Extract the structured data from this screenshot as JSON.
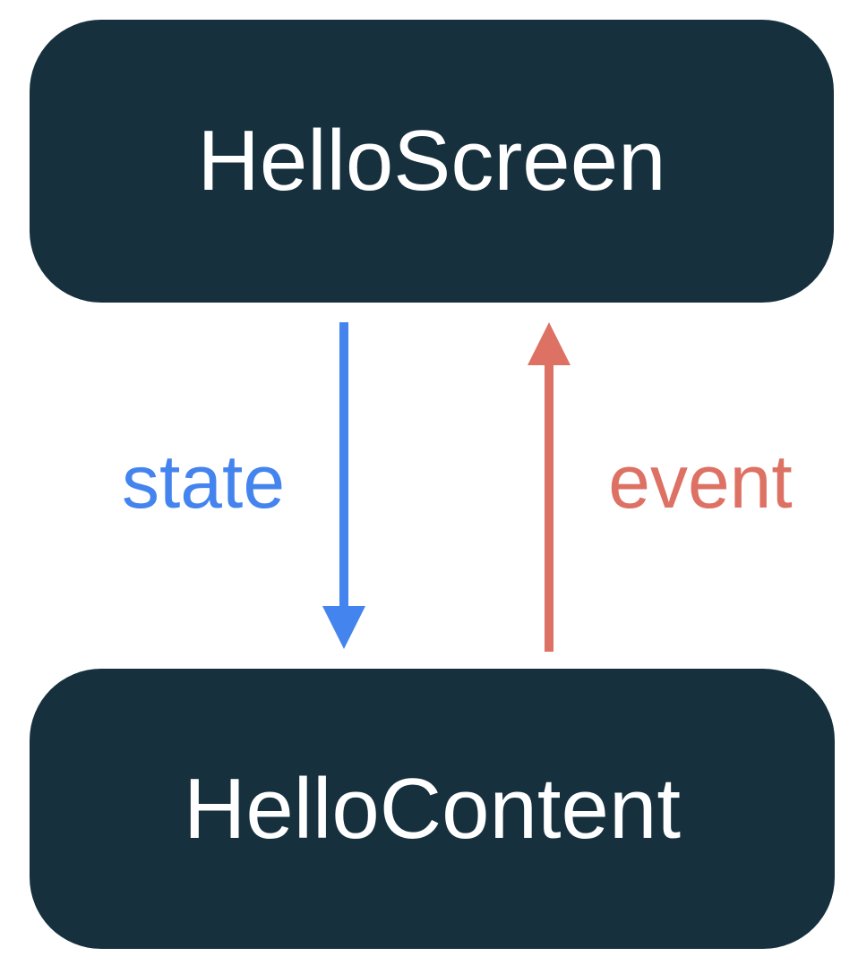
{
  "nodes": [
    {
      "id": "top",
      "label": "HelloScreen"
    },
    {
      "id": "bottom",
      "label": "HelloContent"
    }
  ],
  "arrows": [
    {
      "id": "state",
      "label": "state",
      "direction": "down",
      "color": "#4484EE"
    },
    {
      "id": "event",
      "label": "event",
      "direction": "up",
      "color": "#DD7164"
    }
  ],
  "colors": {
    "background": "#FFFFFF",
    "node_bg": "#16303E",
    "node_text": "#FFFFFF",
    "state_blue": "#4484EE",
    "event_red": "#DD7164"
  }
}
